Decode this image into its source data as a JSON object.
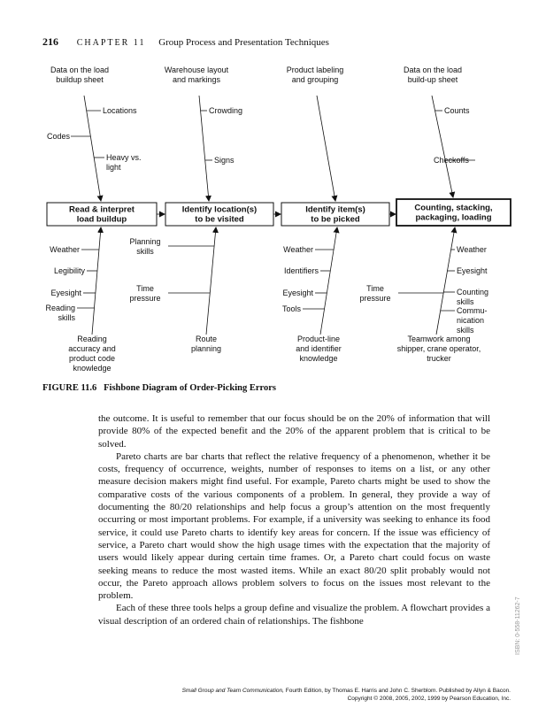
{
  "header": {
    "page_number": "216",
    "chapter": "CHAPTER 11",
    "title": "Group Process and Presentation Techniques"
  },
  "diagram": {
    "effects": [
      "Read & interpret\nload buildup",
      "Identify location(s)\nto be visited",
      "Identify item(s)\nto be picked",
      "Counting, stacking,\npackaging, loading"
    ],
    "top": [
      {
        "head": "Data on the load\nbuildup sheet",
        "left": [
          "Codes"
        ],
        "right": [
          "Locations",
          "Heavy vs.\nlight"
        ]
      },
      {
        "head": "Warehouse layout\nand markings",
        "left": [],
        "right": [
          "Crowding",
          "Signs"
        ]
      },
      {
        "head": "Product labeling\nand grouping",
        "left": [],
        "right": []
      },
      {
        "head": "Data on the load\nbuild-up sheet",
        "left": [
          "Checkoffs"
        ],
        "right": [
          "Counts"
        ]
      }
    ],
    "bottom": [
      {
        "foot": "Reading\naccuracy and\nproduct code\nknowledge",
        "left": [
          "Weather",
          "Legibility",
          "Eyesight",
          "Reading\nskills"
        ],
        "right": [
          "Planning\nskills",
          "Time\npressure"
        ]
      },
      {
        "foot": "Route\nplanning",
        "left": [],
        "right": []
      },
      {
        "foot": "Product-line\nand identifier\nknowledge",
        "left": [
          "Weather",
          "Identifiers",
          "Eyesight",
          "Tools"
        ],
        "right": [
          "Time\npressure"
        ]
      },
      {
        "foot": "Teamwork among\nshipper, crane operator,\ntrucker",
        "left": [],
        "right": [
          "Weather",
          "Eyesight",
          "Counting\nskills",
          "Commu-\nnication\nskills"
        ]
      }
    ]
  },
  "caption": {
    "label": "FIGURE 11.6",
    "title": "Fishbone Diagram of Order-Picking Errors"
  },
  "body": {
    "paragraphs": [
      "the outcome. It is useful to remember that our focus should be on the 20% of information that will provide 80% of the expected benefit and the 20% of the apparent problem that is critical to be solved.",
      "Pareto charts are bar charts that reflect the relative frequency of a phenomenon, whether it be costs, frequency of occurrence, weights, number of responses to items on a list, or any other measure decision makers might find useful. For example, Pareto charts might be used to show the comparative costs of the various components of a problem. In general, they provide a way of documenting the 80/20 relationships and help focus a group’s attention on the most frequently occurring or most important problems. For example, if a university was seeking to enhance its food service, it could use Pareto charts to identify key areas for concern. If the issue was efficiency of service, a Pareto chart would show the high usage times with the expectation that the majority of users would likely appear during certain time frames. Or, a Pareto chart could focus on waste seeking means to reduce the most wasted items. While an exact 80/20 split probably would not occur, the Pareto approach allows problem solvers to focus on the issues most relevant to the problem.",
      "Each of these three tools helps a group define and visualize the problem. A flowchart provides a visual description of an ordered chain of relationships. The fishbone"
    ]
  },
  "side_text": "ISBN: 0-558-11262-7",
  "footer": {
    "book": "Small Group and Team Communication,",
    "line1_rest": " Fourth Edition, by Thomas E. Harris and John C. Sherblom. Published by Allyn & Bacon.",
    "line2": "Copyright © 2008, 2005, 2002, 1999 by Pearson Education, Inc."
  }
}
